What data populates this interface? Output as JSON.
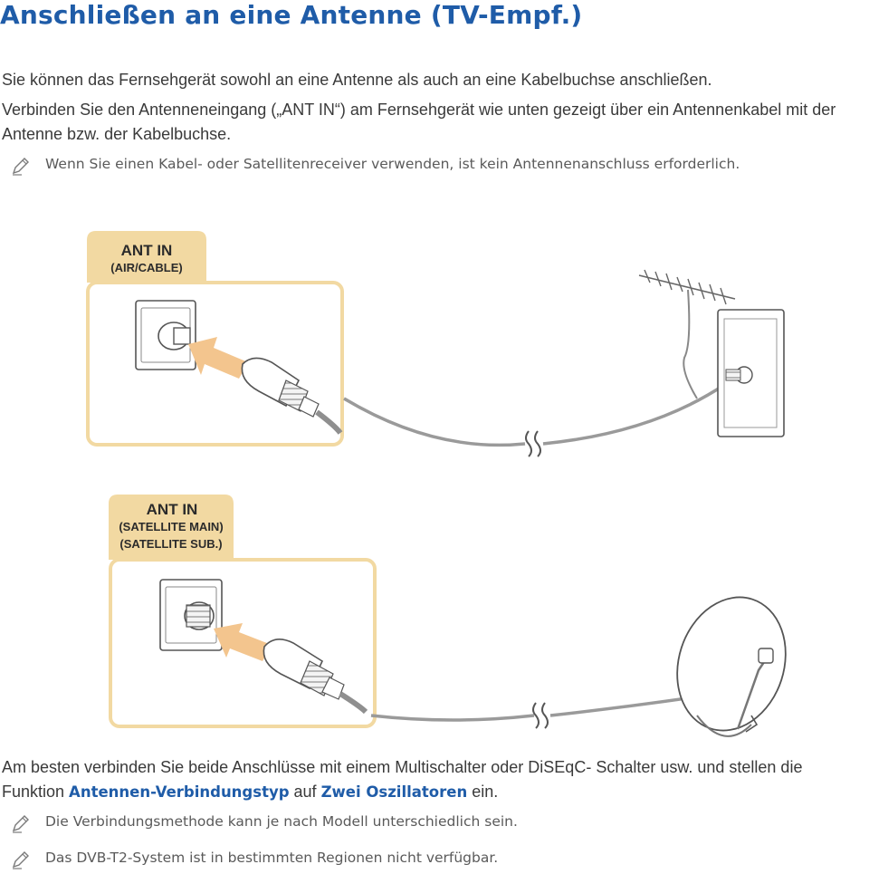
{
  "page": {
    "title": "Anschließen an eine Antenne (TV-Empf.)",
    "intro_1": "Sie können das Fernsehgerät sowohl an eine Antenne als auch an eine Kabelbuchse anschließen.",
    "intro_2": "Verbinden Sie den Antenneneingang („ANT IN“) am Fernsehgerät wie unten gezeigt über ein Antennenkabel mit der Antenne bzw. der Kabelbuchse.",
    "note_1": "Wenn Sie einen Kabel- oder Satellitenreceiver verwenden, ist kein Antennenanschluss erforderlich.",
    "bottom_pre": "Am besten verbinden Sie beide Anschlüsse mit einem Multischalter oder DiSEqC- Schalter usw. und stellen die Funktion ",
    "bottom_hl1": "Antennen-Verbindungstyp",
    "bottom_mid": " auf ",
    "bottom_hl2": "Zwei Oszillatoren",
    "bottom_post": " ein.",
    "note_2": "Die Verbindungsmethode kann je nach Modell unterschiedlich sein.",
    "note_3": "Das DVB-T2-System ist in bestimmten Regionen nicht verfügbar."
  },
  "diagram": {
    "panel_1": {
      "line_1": "ANT IN",
      "line_2": "(AIR/CABLE)"
    },
    "panel_2": {
      "line_1": "ANT IN",
      "line_2": "(SATELLITE MAIN)",
      "line_3": "(SATELLITE SUB.)"
    }
  },
  "colors": {
    "title": "#1f5ca8",
    "highlight": "#1f5ca8",
    "label_bg": "#f2d9a2",
    "panel_border": "#f2d9a2",
    "arrow": "#f3c58e",
    "cable": "#9a9a9a",
    "text": "#3a3a3a"
  },
  "icons": [
    "note-pencil-icon",
    "antenna-icon",
    "wall-socket-icon",
    "satellite-dish-icon",
    "coax-connector-icon"
  ]
}
